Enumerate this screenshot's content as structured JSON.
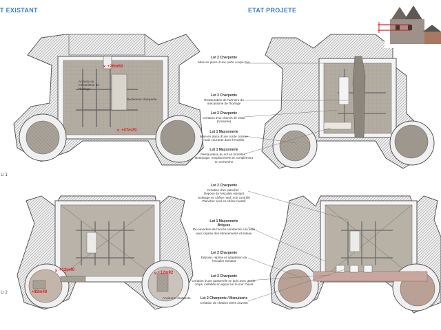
{
  "titles": {
    "existing": "T EXISTANT",
    "projected": "ETAT PROJETE"
  },
  "levels": {
    "level1": "U 1",
    "level2": "U 2"
  },
  "existing": {
    "dimensions": {
      "top": "+26m69",
      "middle": "+07m79",
      "level2_left": "+13m48",
      "level2_mid": "+12m40",
      "level2_right": "+12m92"
    },
    "notes": {
      "clock": [
        "Armoire du",
        "mécanisme de",
        "l'horloge"
      ],
      "belfry": "Beclemme charpente",
      "old_frame": "Ancienne charpente"
    }
  },
  "projected_notes": [
    {
      "title": "Lot 2 Charpente",
      "lines": [
        "Mise en place d'une porte coupe Feu"
      ]
    },
    {
      "title": "Lot 2 Charpente",
      "lines": [
        "Restauration de l'armoire du",
        "mécanisme de l'horloge"
      ]
    },
    {
      "title": "Lot 2 Charpente",
      "lines": [
        "Création d'un chemin de visite",
        "(Amarrée)"
      ]
    },
    {
      "title": "Lot 1 Maçonnerie",
      "lines": [
        "Mise en place d'une corde comme",
        "main courante dans l'escalier"
      ]
    },
    {
      "title": "Lot 1 Maçonnerie",
      "lines": [
        "Restauration du sol en tomettes :",
        "Nettoyage, remplacement et complément",
        "en recherche"
      ]
    },
    {
      "title": "Lot 2 Charpente",
      "lines": [
        "Création d'un plancher :",
        "Dépose de l'escalier existant",
        "Solivage en chêne neuf, non contrôlé",
        "Plancher neuf en chêne massif"
      ]
    },
    {
      "title": "Lot 1 Maçonnerie",
      "lines": [
        "Briques",
        "Ré-ouverture de l'accès condamné à la salle",
        "avec reprise des ébrasements et linteau"
      ]
    },
    {
      "title": "Lot 2 Charpente",
      "lines": [
        "Dépose, reprise et adaptation de",
        "l'escalier existant"
      ]
    },
    {
      "title": "Lot 2 Charpente",
      "lines": [
        "Création d'une passerelle en bois avec garde-",
        "corps, installée en appui sur le mur Ouest"
      ]
    },
    {
      "title": "Lot 2 Charpente / Menuiserie",
      "lines": [
        "Création de chassis vitrés ouvrant"
      ]
    }
  ],
  "colors": {
    "title_blue": "#3a7fc1",
    "dimension_red": "#e02020",
    "plan_fill": "#b7b0a5",
    "wall": "#efefef",
    "highlight": "#c45a50"
  }
}
